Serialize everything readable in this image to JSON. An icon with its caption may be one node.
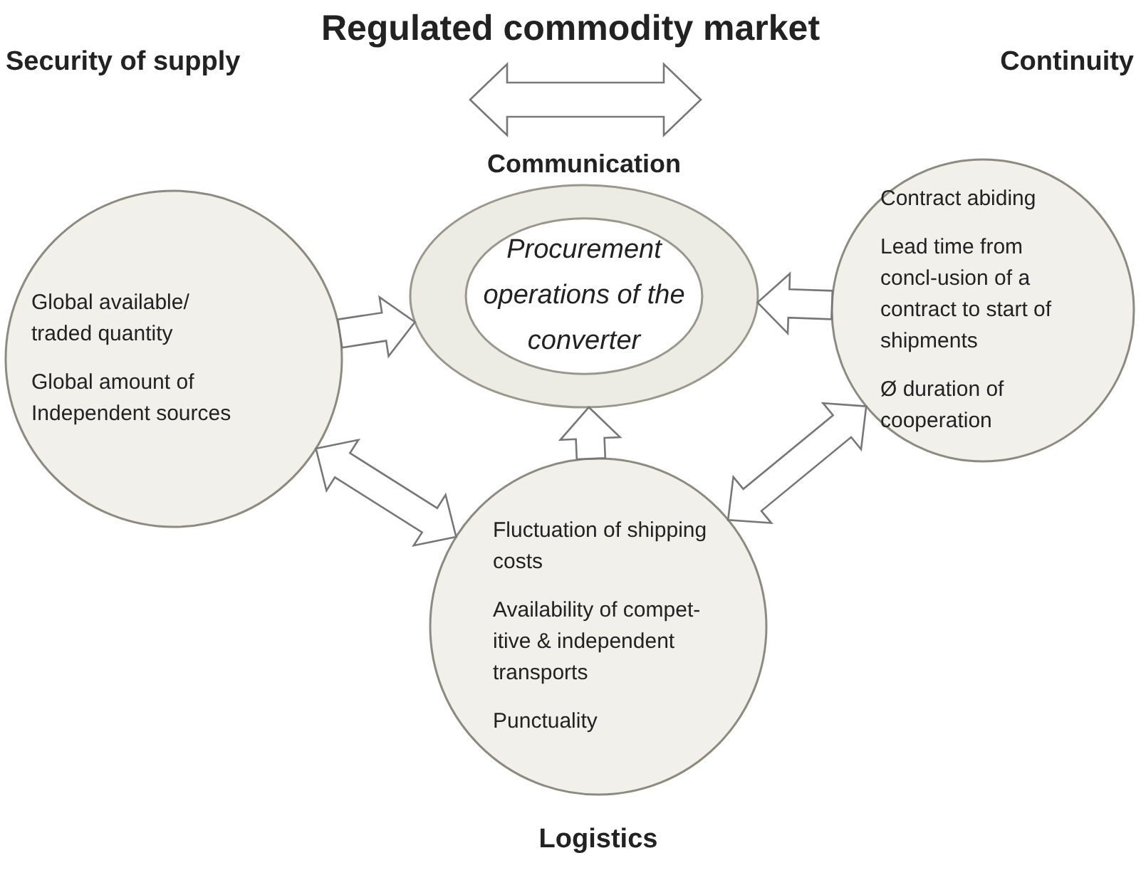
{
  "diagram": {
    "title": "Regulated commodity market",
    "nodes": [
      {
        "text": [
          "Security of supply",
          "Global available/ traded quantity",
          "Global amount of Independent sources"
        ]
      },
      {
        "text": [
          "Procurement operations of the converter"
        ]
      },
      {
        "text": [
          "Continuity",
          "Contract abiding",
          "Lead time from concl-usion of a contract to start of shipments",
          "Ø duration of cooperation"
        ]
      },
      {
        "text": [
          "Fluctuation of shipping costs",
          "Availability of compet-itive & independent transports",
          "Punctuality",
          "Logistics"
        ]
      }
    ],
    "edges": [
      {
        "from": 0,
        "to": 1,
        "arrow": "to"
      },
      {
        "from": 2,
        "to": 1,
        "arrow": "to"
      },
      {
        "from": 3,
        "to": 1,
        "arrow": "to"
      },
      {
        "from": 0,
        "to": 3,
        "arrow": "both"
      },
      {
        "from": 2,
        "to": 3,
        "arrow": "both"
      }
    ],
    "labels": [
      "Communication"
    ]
  }
}
